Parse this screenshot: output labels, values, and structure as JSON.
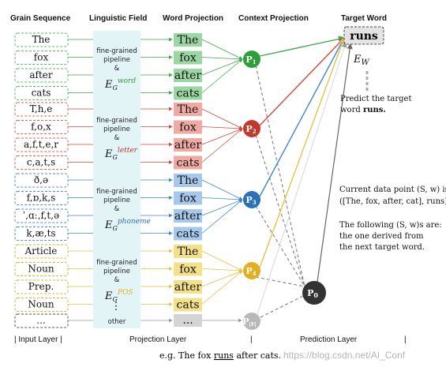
{
  "headers": {
    "grain": "Grain Sequence",
    "field": "Linguistic Field",
    "word": "Word Projection",
    "context": "Context Projection",
    "target": "Target Word"
  },
  "groups": [
    {
      "key": "word",
      "grains": [
        "The",
        "fox",
        "after",
        "cats"
      ],
      "words": [
        "The",
        "fox",
        "after",
        "cats"
      ],
      "pipeline": [
        "fine-grained",
        "pipeline",
        "&"
      ],
      "eg_base": "E",
      "eg_sub": "G",
      "eg_sup": "word",
      "node": "P1",
      "node_base": "P",
      "node_sub": "1",
      "color": "#2e9e3a",
      "word_fill": "#9bd7a2",
      "grain_stroke": "#5cba6a",
      "line_color": "#3ea84b"
    },
    {
      "key": "letter",
      "grains": [
        "T,h,e",
        "f,o,x",
        "a,f,t,e,r",
        "c,a,t,s"
      ],
      "words": [
        "The",
        "fox",
        "after",
        "cats"
      ],
      "pipeline": [
        "fine-grained",
        "pipeline",
        "&"
      ],
      "eg_base": "E",
      "eg_sub": "G",
      "eg_sup": "letter",
      "node": "P2",
      "node_base": "P",
      "node_sub": "2",
      "color": "#c0392b",
      "word_fill": "#f0aaa3",
      "grain_stroke": "#d6655a",
      "line_color": "#cf4a3c"
    },
    {
      "key": "phoneme",
      "grains": [
        "ð,ə",
        "f,ɒ,k,s",
        "ˈ,ɑː,f,t,ə",
        "k,æ,ts"
      ],
      "words": [
        "The",
        "fox",
        "after",
        "cats"
      ],
      "pipeline": [
        "fine-grained",
        "pipeline",
        "&"
      ],
      "eg_base": "E",
      "eg_sub": "G",
      "eg_sup": "phoneme",
      "node": "P3",
      "node_base": "P",
      "node_sub": "3",
      "color": "#2b6fb5",
      "word_fill": "#a6c8ea",
      "grain_stroke": "#4f8fd0",
      "line_color": "#3f86cc"
    },
    {
      "key": "pos",
      "grains": [
        "Article",
        "Noun",
        "Prep.",
        "Noun"
      ],
      "words": [
        "The",
        "fox",
        "after",
        "cats"
      ],
      "pipeline": [
        "fine-grained",
        "pipeline",
        "&"
      ],
      "eg_base": "E",
      "eg_sub": "G",
      "eg_sup": "POS",
      "node": "P4",
      "node_base": "P",
      "node_sub": "4",
      "color": "#e0b020",
      "word_fill": "#f5e08a",
      "grain_stroke": "#d9b33a",
      "line_color": "#e3c34a"
    }
  ],
  "other": {
    "grain": "...",
    "vdots": "⋮",
    "label": "other",
    "word": "...",
    "node_base": "P",
    "node_sub": "|F|",
    "color": "#b8b8b8"
  },
  "p0": {
    "base": "P",
    "sub": "0",
    "color": "#333333"
  },
  "target": {
    "word": "runs",
    "ew_base": "E",
    "ew_sub": "W",
    "note": [
      "Predict the target",
      "word runs."
    ],
    "note_bold_word": "runs."
  },
  "notes": {
    "current": [
      "Current data point (S, w) is:",
      "([The, fox, after, cat], runs)."
    ],
    "following": [
      "The following (S, w)s are:",
      "the one derived from",
      "the next target word."
    ]
  },
  "layers": {
    "input": "| Input Layer |",
    "projection": "Projection Layer",
    "bar1": "|",
    "prediction": "Prediction Layer",
    "bar2": "|"
  },
  "caption": {
    "prefix": "e.g. The fox ",
    "underlined": "runs",
    "suffix": " after cats."
  },
  "watermark": "https://blog.csdn.net/AI_Conf"
}
